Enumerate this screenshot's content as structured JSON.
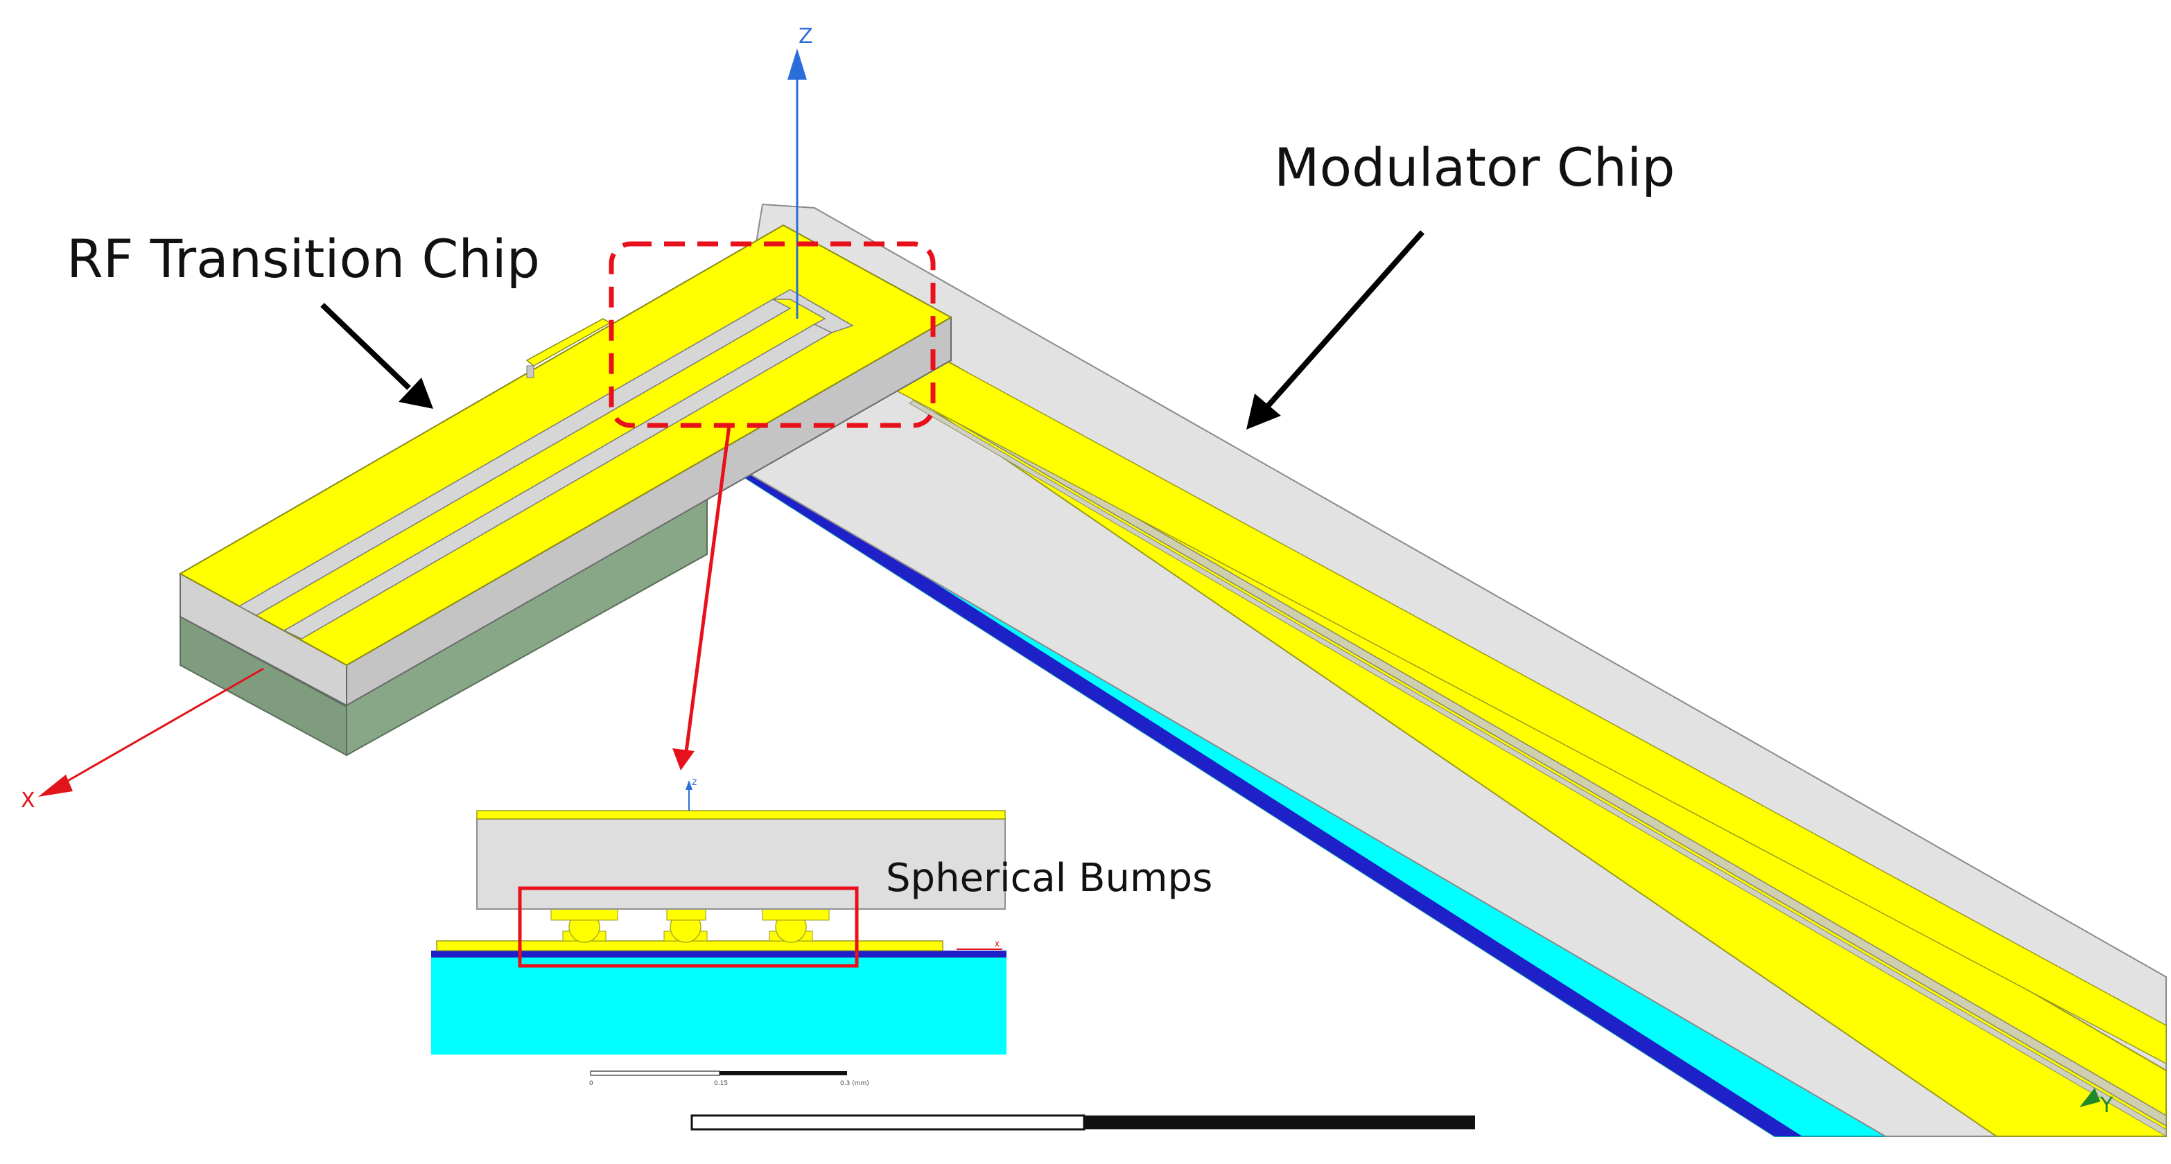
{
  "labels": {
    "rf_transition_chip": "RF Transition Chip",
    "modulator_chip": "Modulator Chip",
    "spherical_bumps": "Spherical Bumps"
  },
  "axes": {
    "x": "X",
    "y": "Y",
    "z": "Z",
    "inset_z": "z",
    "inset_x": "x"
  },
  "scale_bar": {
    "tick_0": "0",
    "tick_1": "0.15",
    "tick_2": "0.3 (mm)"
  },
  "colors": {
    "metal": "#ffff00",
    "substrate_grey": "#d9d9d9",
    "sidewall_grey": "#c8c8c8",
    "cyan_layer": "#00ffff",
    "blue_layer": "#1e20c8",
    "green_block": "#88a787",
    "highlight_red": "#e8101a",
    "arrow_black": "#000000",
    "axis_z": "#2a6ddb",
    "axis_x": "#e0141a",
    "axis_y": "#1f8a2a"
  }
}
